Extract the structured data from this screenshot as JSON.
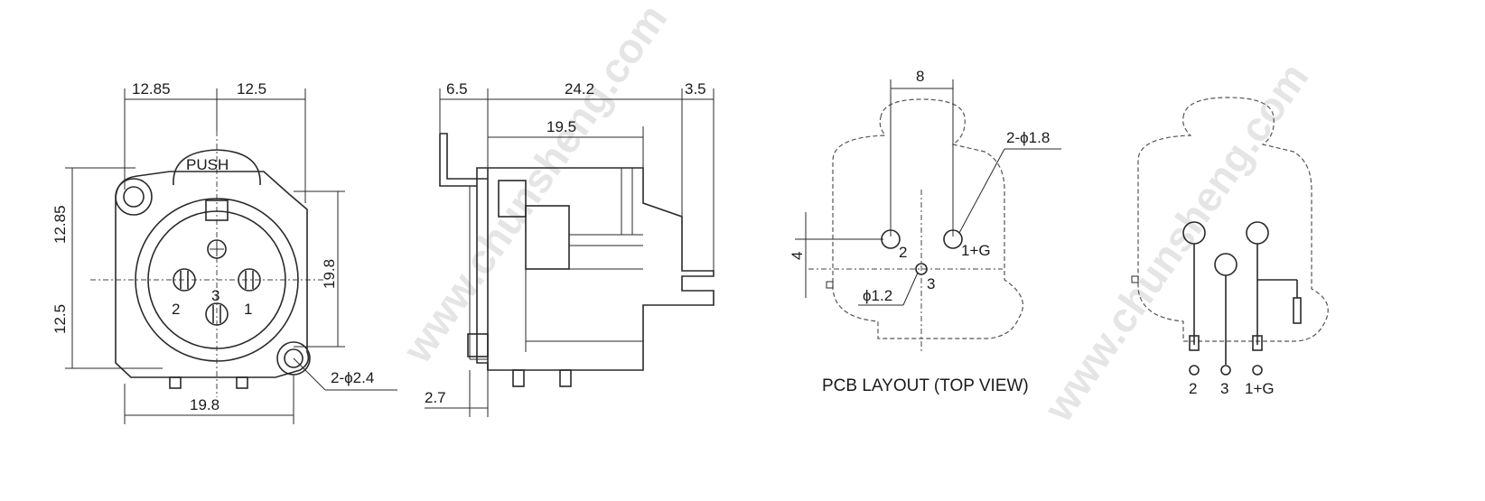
{
  "front_view": {
    "dims": {
      "top_left": "12.85",
      "top_right": "12.5",
      "left_upper": "12.85",
      "left_lower": "12.5",
      "height": "19.8",
      "bottom": "19.8",
      "hole": "2-ϕ2.4"
    },
    "push_label": "PUSH",
    "pin_labels": {
      "p1": "1",
      "p2": "2",
      "p3": "3"
    }
  },
  "side_view": {
    "dims": {
      "top_a": "6.5",
      "top_b": "24.2",
      "top_c": "3.5",
      "inner": "19.5",
      "bottom": "2.7"
    }
  },
  "pcb_layout": {
    "dims": {
      "spacing": "8",
      "vertical": "4",
      "big_hole": "2-ϕ1.8",
      "small_hole": "ϕ1.2"
    },
    "pin_labels": {
      "p2": "2",
      "p1g": "1+G",
      "p3": "3"
    },
    "caption": "PCB LAYOUT (TOP VIEW)"
  },
  "schematic": {
    "pin_labels": {
      "p2": "2",
      "p3": "3",
      "p1g": "1+G"
    }
  },
  "watermark": "www.chunsheng.com"
}
